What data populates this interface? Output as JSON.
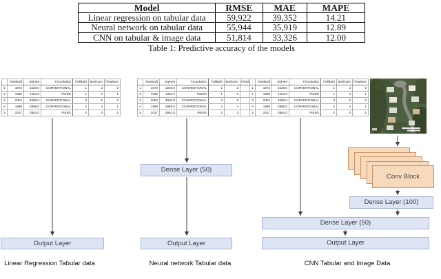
{
  "results_table": {
    "headers": [
      "Model",
      "RMSE",
      "MAE",
      "MAPE"
    ],
    "rows": [
      [
        "Linear regression on tabular data",
        "59,922",
        "39,352",
        "14.21"
      ],
      [
        "Neural network on tabular data",
        "55,944",
        "35,919",
        "12.89"
      ],
      [
        "CNN on tabular & image data",
        "51,814",
        "33,326",
        "12.00"
      ]
    ],
    "caption": "Table 1:  Predictive accuracy of the models"
  },
  "mini_table": {
    "headers": [
      "",
      "YearBuilt",
      "SqFeet",
      "Foundation",
      "FullBath",
      "Bedroom",
      "Fireplace"
    ],
    "rows": [
      [
        "1",
        "1972",
        "2226.0",
        "CONVENTIONAL",
        "1",
        "3",
        "0"
      ],
      [
        "2",
        "1945",
        "1404.0",
        "PIERS",
        "1",
        "2",
        "1"
      ],
      [
        "3",
        "2004",
        "4680.0",
        "CONVENTIONAL",
        "3",
        "5",
        "0"
      ],
      [
        "4",
        "1998",
        "2866.0",
        "CONVENTIONAL",
        "2",
        "4",
        "1"
      ],
      [
        "5",
        "2017",
        "2881.0",
        "PIERS",
        "2",
        "3",
        "1"
      ]
    ]
  },
  "pipelines": {
    "linear": {
      "caption_line1": "Linear Regression",
      "caption_line2": "Tabular data",
      "output_label": "Output Layer"
    },
    "neural": {
      "caption_line1": "Neural network",
      "caption_line2": "Tabular data",
      "dense_label": "Dense Layer (50)",
      "output_label": "Output Layer"
    },
    "cnn": {
      "caption_line1": "CNN",
      "caption_line2": "Tabular and Image Data",
      "conv_label": "Conv Block",
      "dense100_label": "Dense Layer (100)",
      "dense50_label": "Dense Layer (50)",
      "output_label": "Output Layer"
    }
  },
  "colors": {
    "layer_fill": "#dde4f4",
    "layer_border": "#a6b3d4",
    "conv_fill": "#f7dabc",
    "conv_border": "#cd9065",
    "arrow": "#3f3f3f"
  }
}
